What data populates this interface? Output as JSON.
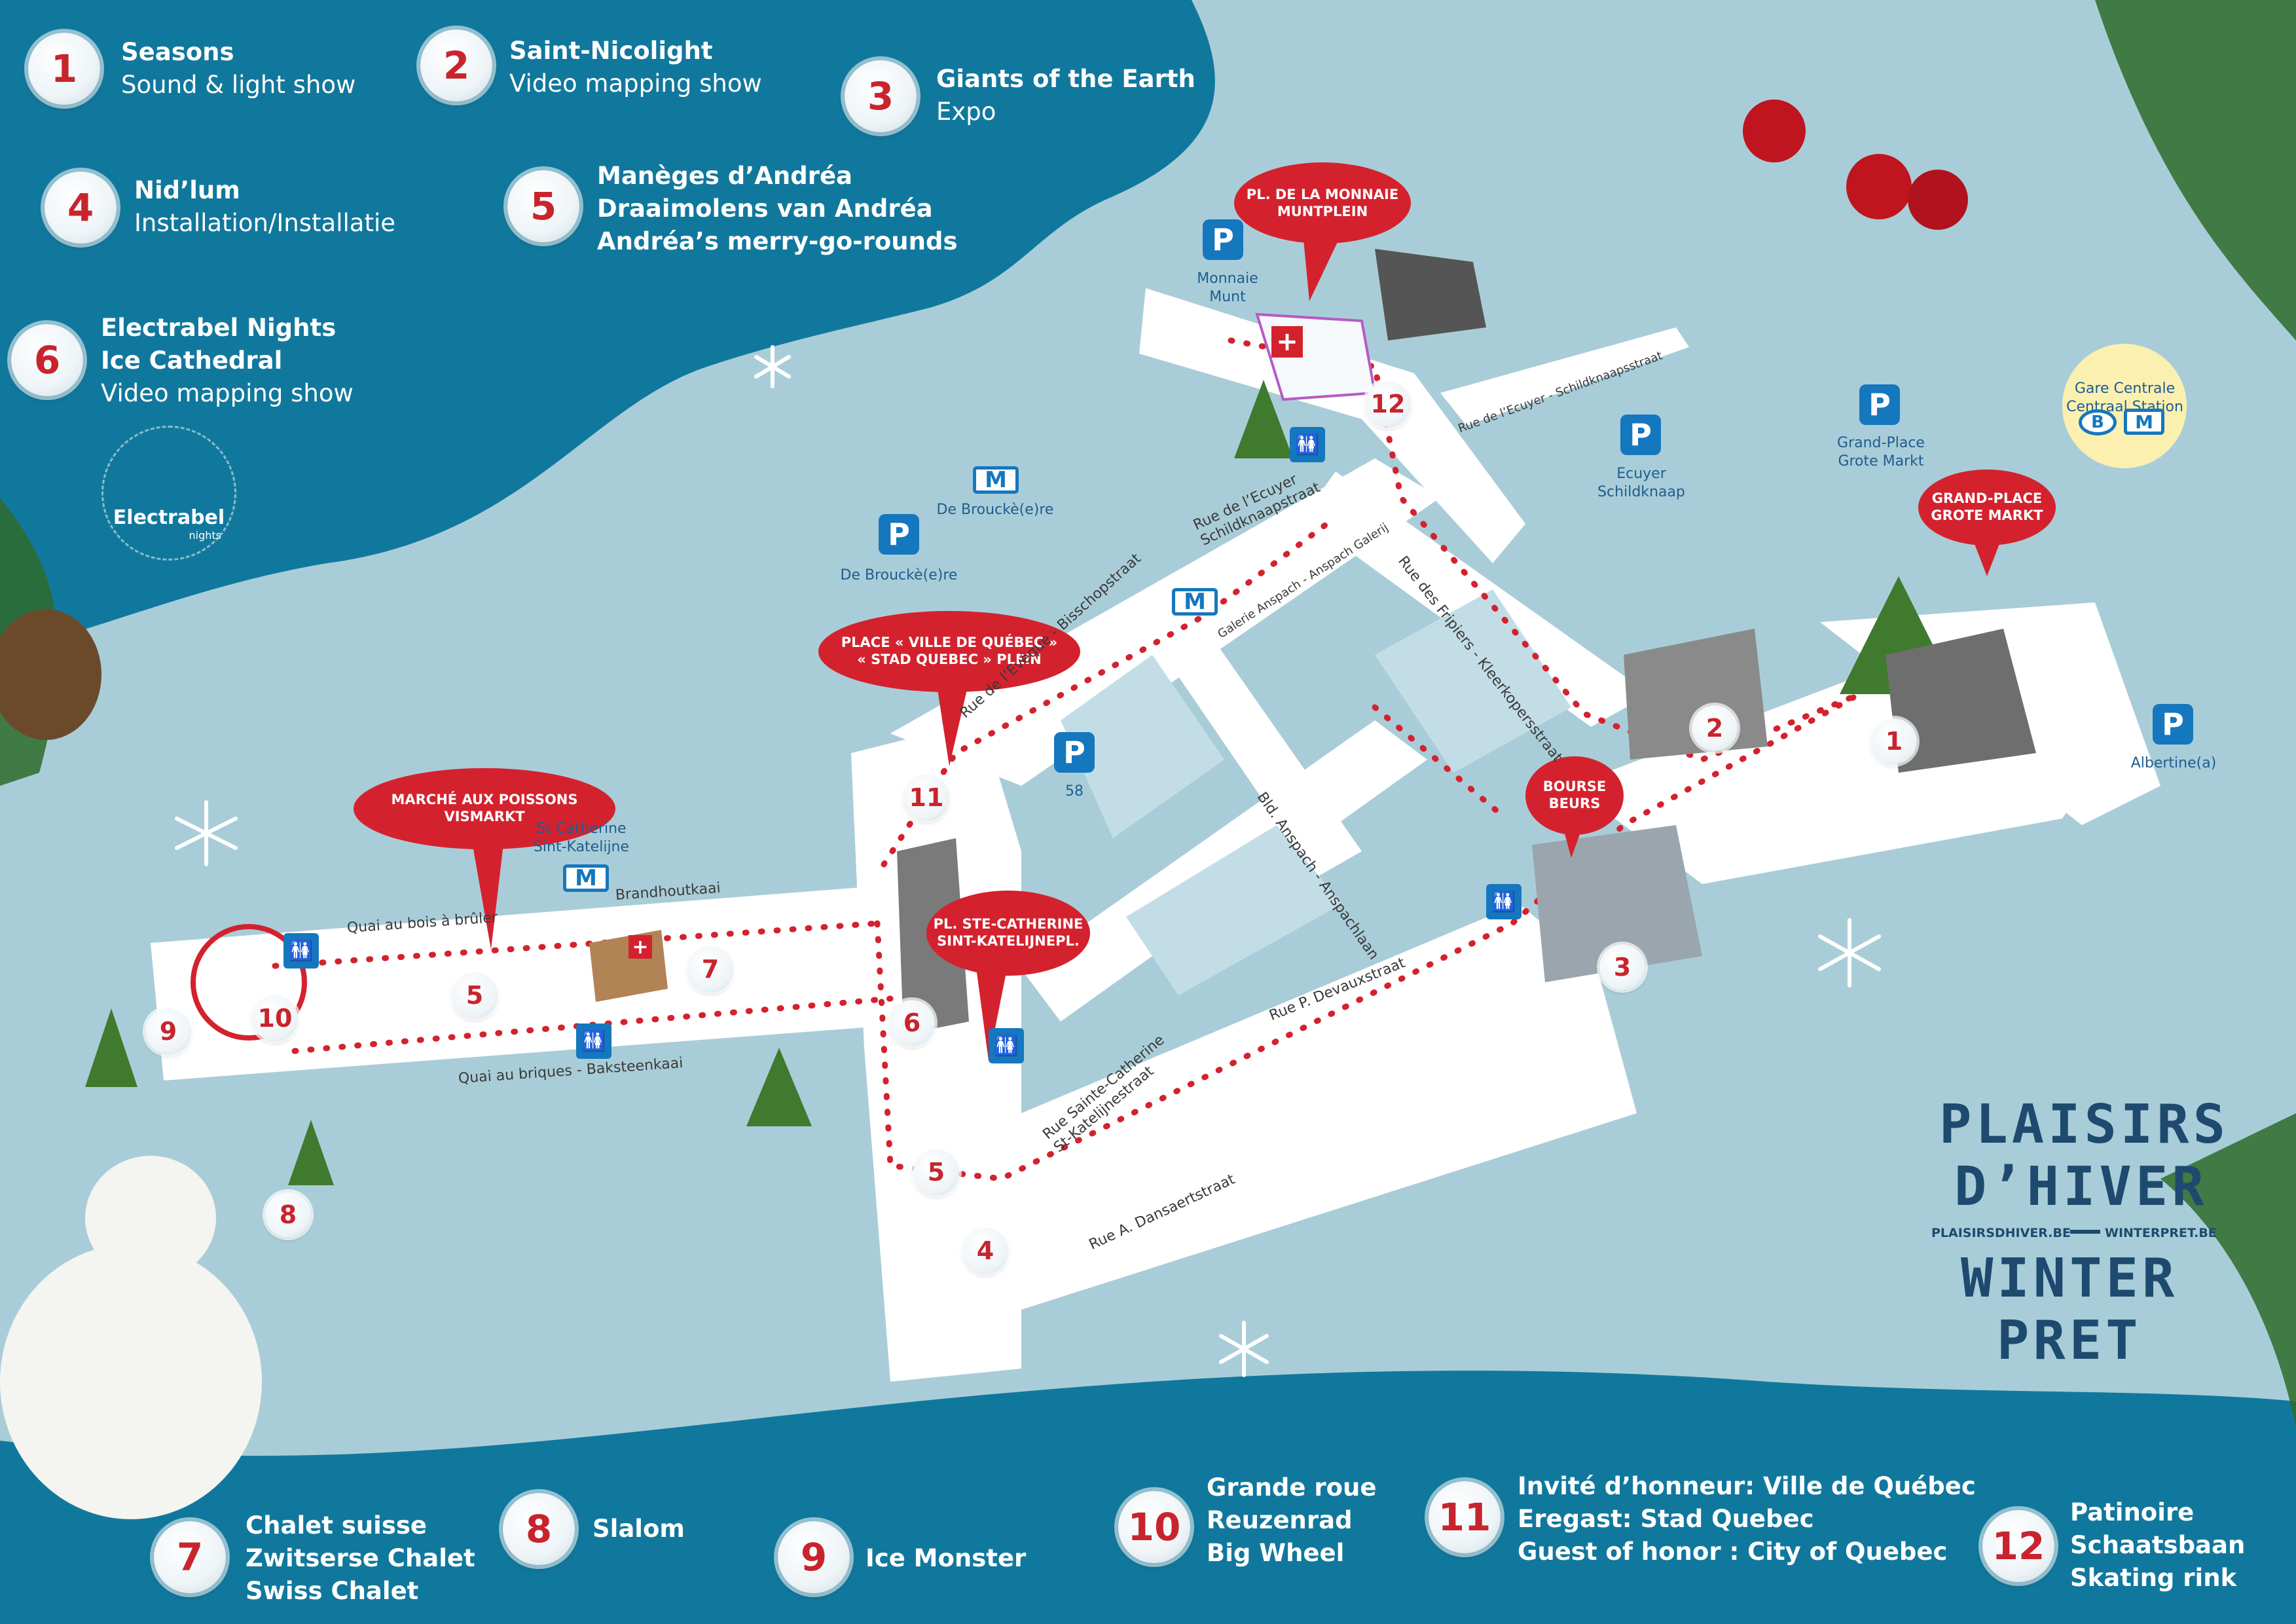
{
  "legend_top": [
    {
      "num": "1",
      "title": "Seasons",
      "lines": [
        "Sound & light show"
      ]
    },
    {
      "num": "2",
      "title": "Saint-Nicolight",
      "lines": [
        "Video mapping show"
      ]
    },
    {
      "num": "3",
      "title": "Giants of the Earth",
      "lines": [
        "Expo"
      ]
    },
    {
      "num": "4",
      "title": "Nid’lum",
      "lines": [
        "Installation/Installatie"
      ]
    },
    {
      "num": "5",
      "title": "Manèges d’Andréa",
      "lines": [
        "Draaimolens van Andréa",
        "Andréa’s merry-go-rounds"
      ]
    },
    {
      "num": "6",
      "title": "Electrabel Nights",
      "lines": [
        "Ice Cathedral",
        "Video mapping show"
      ]
    }
  ],
  "legend_bottom": [
    {
      "num": "7",
      "lines": [
        "Chalet suisse",
        "Zwitserse Chalet",
        "Swiss Chalet"
      ]
    },
    {
      "num": "8",
      "lines": [
        "Slalom"
      ]
    },
    {
      "num": "9",
      "lines": [
        "Ice Monster"
      ]
    },
    {
      "num": "10",
      "lines": [
        "Grande roue",
        "Reuzenrad",
        "Big Wheel"
      ]
    },
    {
      "num": "11",
      "lines": [
        "Invité d’honneur: Ville de Québec",
        "Eregast: Stad Quebec",
        "Guest of honor : City of Quebec"
      ]
    },
    {
      "num": "12",
      "lines": [
        "Patinoire",
        "Schaatsbaan",
        "Skating rink"
      ]
    }
  ],
  "electrabel_logo": {
    "name": "Electrabel",
    "sub": "nights"
  },
  "pins": {
    "monnaie": [
      "PL. DE LA MONNAIE",
      "MUNTPLEIN"
    ],
    "grandplace": [
      "GRAND-PLACE",
      "GROTE MARKT"
    ],
    "quebec": [
      "PLACE « VILLE DE QUÉBEC »",
      "« STAD QUEBEC » PLEIN"
    ],
    "bourse": [
      "BOURSE",
      "BEURS"
    ],
    "poissons": [
      "MARCHÉ AUX POISSONS",
      "VISMARKT"
    ],
    "catherine": [
      "PL. STE-CATHERINE",
      "SINT-KATELIJNEPL."
    ]
  },
  "parking": {
    "monnaie": "Monnaie\nMunt",
    "ecuyer": "Ecuyer\nSchildknaap",
    "grandplace": "Grand-Place\nGrote Markt",
    "brouckere": "De Brouckè(e)re",
    "p58": "58",
    "albertine": "Albertine(a)"
  },
  "metro_labels": {
    "brouckere": "De Brouckè(e)re",
    "catherine": "St Catherine\nSint-Katelijne"
  },
  "station": {
    "line1": "Gare Centrale",
    "line2": "Centraal Station"
  },
  "streets": [
    {
      "id": "ecuyer1",
      "text": "Rue de l’Ecuyer - Schildknaapsstraat"
    },
    {
      "id": "ecuyer2",
      "text": "Rue de l’Ecuyer\nSchildknaapstraat"
    },
    {
      "id": "galerie",
      "text": "Galerie Anspach - Anspach Galerij"
    },
    {
      "id": "fripiers",
      "text": "Rue des Fripiers - Kleerkopersstraat"
    },
    {
      "id": "eveque",
      "text": "Rue de l’Evêque - Bisschopstraat"
    },
    {
      "id": "anspach",
      "text": "Bld. Anspach - Anspachlaan"
    },
    {
      "id": "boisabruler",
      "text": "Quai au bois à brûler"
    },
    {
      "id": "brandhout",
      "text": "Brandhoutkaai"
    },
    {
      "id": "briques",
      "text": "Quai au briques - Baksteenkaai"
    },
    {
      "id": "devaux",
      "text": "Rue P. Devauxstraat"
    },
    {
      "id": "stecatherine",
      "text": "Rue Sainte-Catherine\nSt-Katelijnestraat"
    },
    {
      "id": "dansaert",
      "text": "Rue A. Dansaertstraat"
    }
  ],
  "map_badges": [
    "1",
    "2",
    "3",
    "4",
    "5",
    "5",
    "6",
    "7",
    "8",
    "9",
    "10",
    "11",
    "12"
  ],
  "brand": {
    "title1": "PLAISIRS",
    "title2": "D’HIVER",
    "url_left": "PLAISIRSDHIVER.BE",
    "url_right": "WINTERPRET.BE",
    "title3": "WINTER",
    "title4": "PRET"
  },
  "colors": {
    "sea": "#11789d",
    "pin": "#d3222e",
    "route": "#d3222e",
    "road": "#ffffff",
    "ground": "#a9cdd8",
    "badge_text": "#c8242d",
    "parking": "#1577be",
    "brand": "#1d4a6e"
  }
}
